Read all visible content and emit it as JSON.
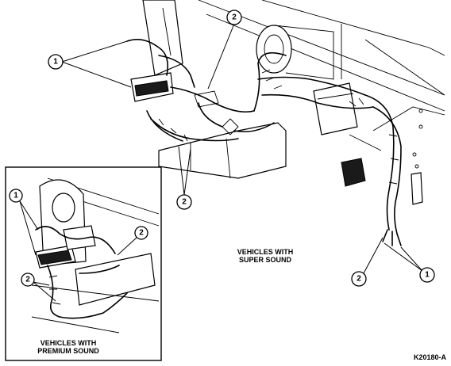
{
  "main_view": {
    "label_line1": "VEHICLES WITH",
    "label_line2": "SUPER SOUND"
  },
  "inset_view": {
    "label_line1": "VEHICLES WITH",
    "label_line2": "PREMIUM SOUND"
  },
  "callouts": {
    "c1": "1",
    "c2": "2"
  },
  "figure_id": "K20180-A"
}
